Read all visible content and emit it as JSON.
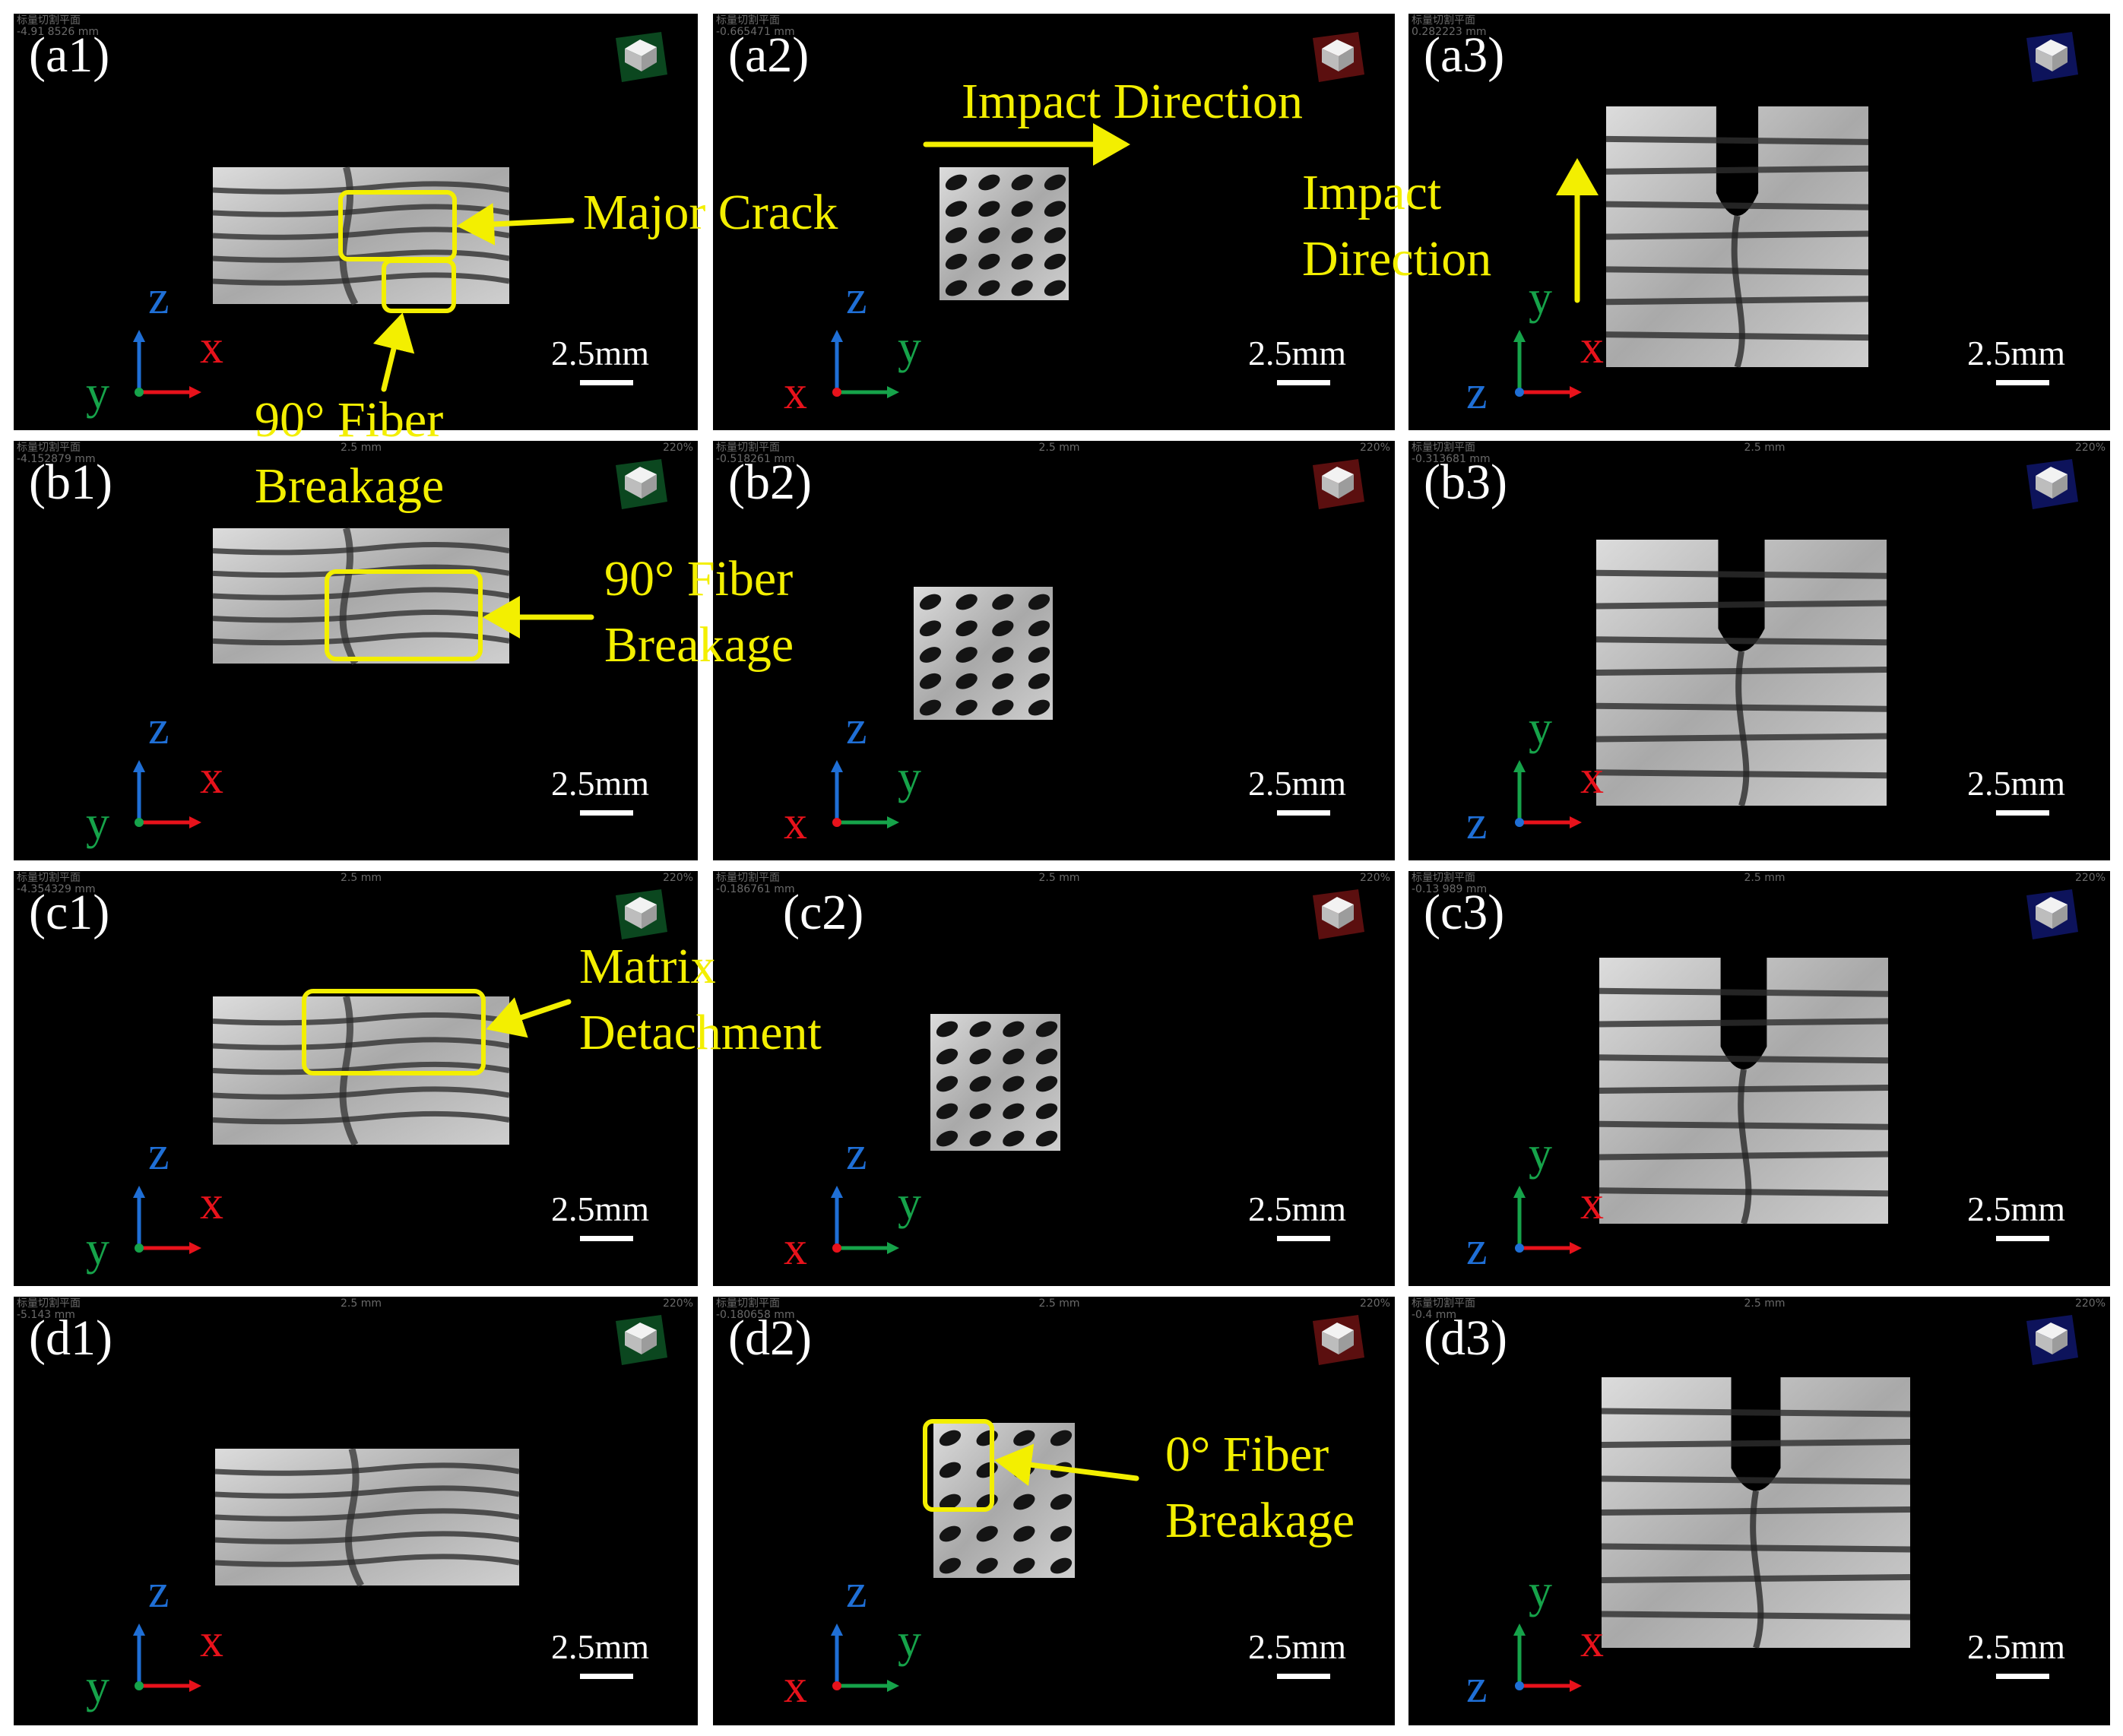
{
  "colors": {
    "background": "#000000",
    "annotation": "#f3ef00",
    "axis_x": "#e8121b",
    "axis_y": "#16a34a",
    "axis_z": "#1f6fd6",
    "label": "#ffffff"
  },
  "scale_bar_label": "2.5mm",
  "panels": [
    {
      "id": "a1",
      "label": "(a1)",
      "view": "side",
      "axes": {
        "h": "x",
        "v": "z",
        "o": "y"
      },
      "status": [
        "标量切割平面",
        "-4.91 8526 mm"
      ],
      "zoom": "",
      "ruler": "",
      "cube": "green"
    },
    {
      "id": "a2",
      "label": "(a2)",
      "view": "cross",
      "axes": {
        "h": "y",
        "v": "z",
        "o": "x"
      },
      "status": [
        "标量切割平面",
        "-0.665471 mm"
      ],
      "zoom": "",
      "ruler": "",
      "cube": "red"
    },
    {
      "id": "a3",
      "label": "(a3)",
      "view": "top",
      "axes": {
        "h": "x",
        "v": "y",
        "o": "z"
      },
      "status": [
        "标量切割平面",
        "0.282223 mm"
      ],
      "zoom": "",
      "ruler": "",
      "cube": "blue"
    },
    {
      "id": "b1",
      "label": "(b1)",
      "view": "side",
      "axes": {
        "h": "x",
        "v": "z",
        "o": "y"
      },
      "status": [
        "标量切割平面",
        "-4.152879 mm"
      ],
      "zoom": "220%",
      "ruler": "2.5 mm",
      "cube": "green"
    },
    {
      "id": "b2",
      "label": "(b2)",
      "view": "cross",
      "axes": {
        "h": "y",
        "v": "z",
        "o": "x"
      },
      "status": [
        "标量切割平面",
        "-0.518261 mm"
      ],
      "zoom": "220%",
      "ruler": "2.5 mm",
      "cube": "red"
    },
    {
      "id": "b3",
      "label": "(b3)",
      "view": "top",
      "axes": {
        "h": "x",
        "v": "y",
        "o": "z"
      },
      "status": [
        "标量切割平面",
        "-0.313681 mm"
      ],
      "zoom": "220%",
      "ruler": "2.5 mm",
      "cube": "blue"
    },
    {
      "id": "c1",
      "label": "(c1)",
      "view": "side",
      "axes": {
        "h": "x",
        "v": "z",
        "o": "y"
      },
      "status": [
        "标量切割平面",
        "-4.354329 mm"
      ],
      "zoom": "220%",
      "ruler": "2.5 mm",
      "cube": "green"
    },
    {
      "id": "c2",
      "label": "(c2)",
      "view": "cross",
      "axes": {
        "h": "y",
        "v": "z",
        "o": "x"
      },
      "status": [
        "标量切割平面",
        "-0.186761 mm"
      ],
      "zoom": "220%",
      "ruler": "2.5 mm",
      "cube": "red"
    },
    {
      "id": "c3",
      "label": "(c3)",
      "view": "top",
      "axes": {
        "h": "x",
        "v": "y",
        "o": "z"
      },
      "status": [
        "标量切割平面",
        "-0.13 989 mm"
      ],
      "zoom": "220%",
      "ruler": "2.5 mm",
      "cube": "blue"
    },
    {
      "id": "d1",
      "label": "(d1)",
      "view": "side",
      "axes": {
        "h": "x",
        "v": "z",
        "o": "y"
      },
      "status": [
        "标量切割平面",
        "-5.143 mm"
      ],
      "zoom": "220%",
      "ruler": "2.5 mm",
      "cube": "green"
    },
    {
      "id": "d2",
      "label": "(d2)",
      "view": "cross",
      "axes": {
        "h": "y",
        "v": "z",
        "o": "x"
      },
      "status": [
        "标量切割平面",
        "-0.180658 mm"
      ],
      "zoom": "220%",
      "ruler": "2.5 mm",
      "cube": "red"
    },
    {
      "id": "d3",
      "label": "(d3)",
      "view": "top",
      "axes": {
        "h": "x",
        "v": "y",
        "o": "z"
      },
      "status": [
        "标量切割平面",
        "-0.4  mm"
      ],
      "zoom": "220%",
      "ruler": "2.5 mm",
      "cube": "blue"
    }
  ],
  "annotations": {
    "major_crack": "Major Crack",
    "fiber_90_a": [
      "90° Fiber",
      "Breakage"
    ],
    "impact_a2": "Impact Direction",
    "impact_a3": [
      "Impact",
      "Direction"
    ],
    "fiber_90_b": [
      "90° Fiber",
      "Breakage"
    ],
    "matrix": [
      "Matrix",
      "Detachment"
    ],
    "fiber_0": [
      "0° Fiber",
      "Breakage"
    ]
  }
}
